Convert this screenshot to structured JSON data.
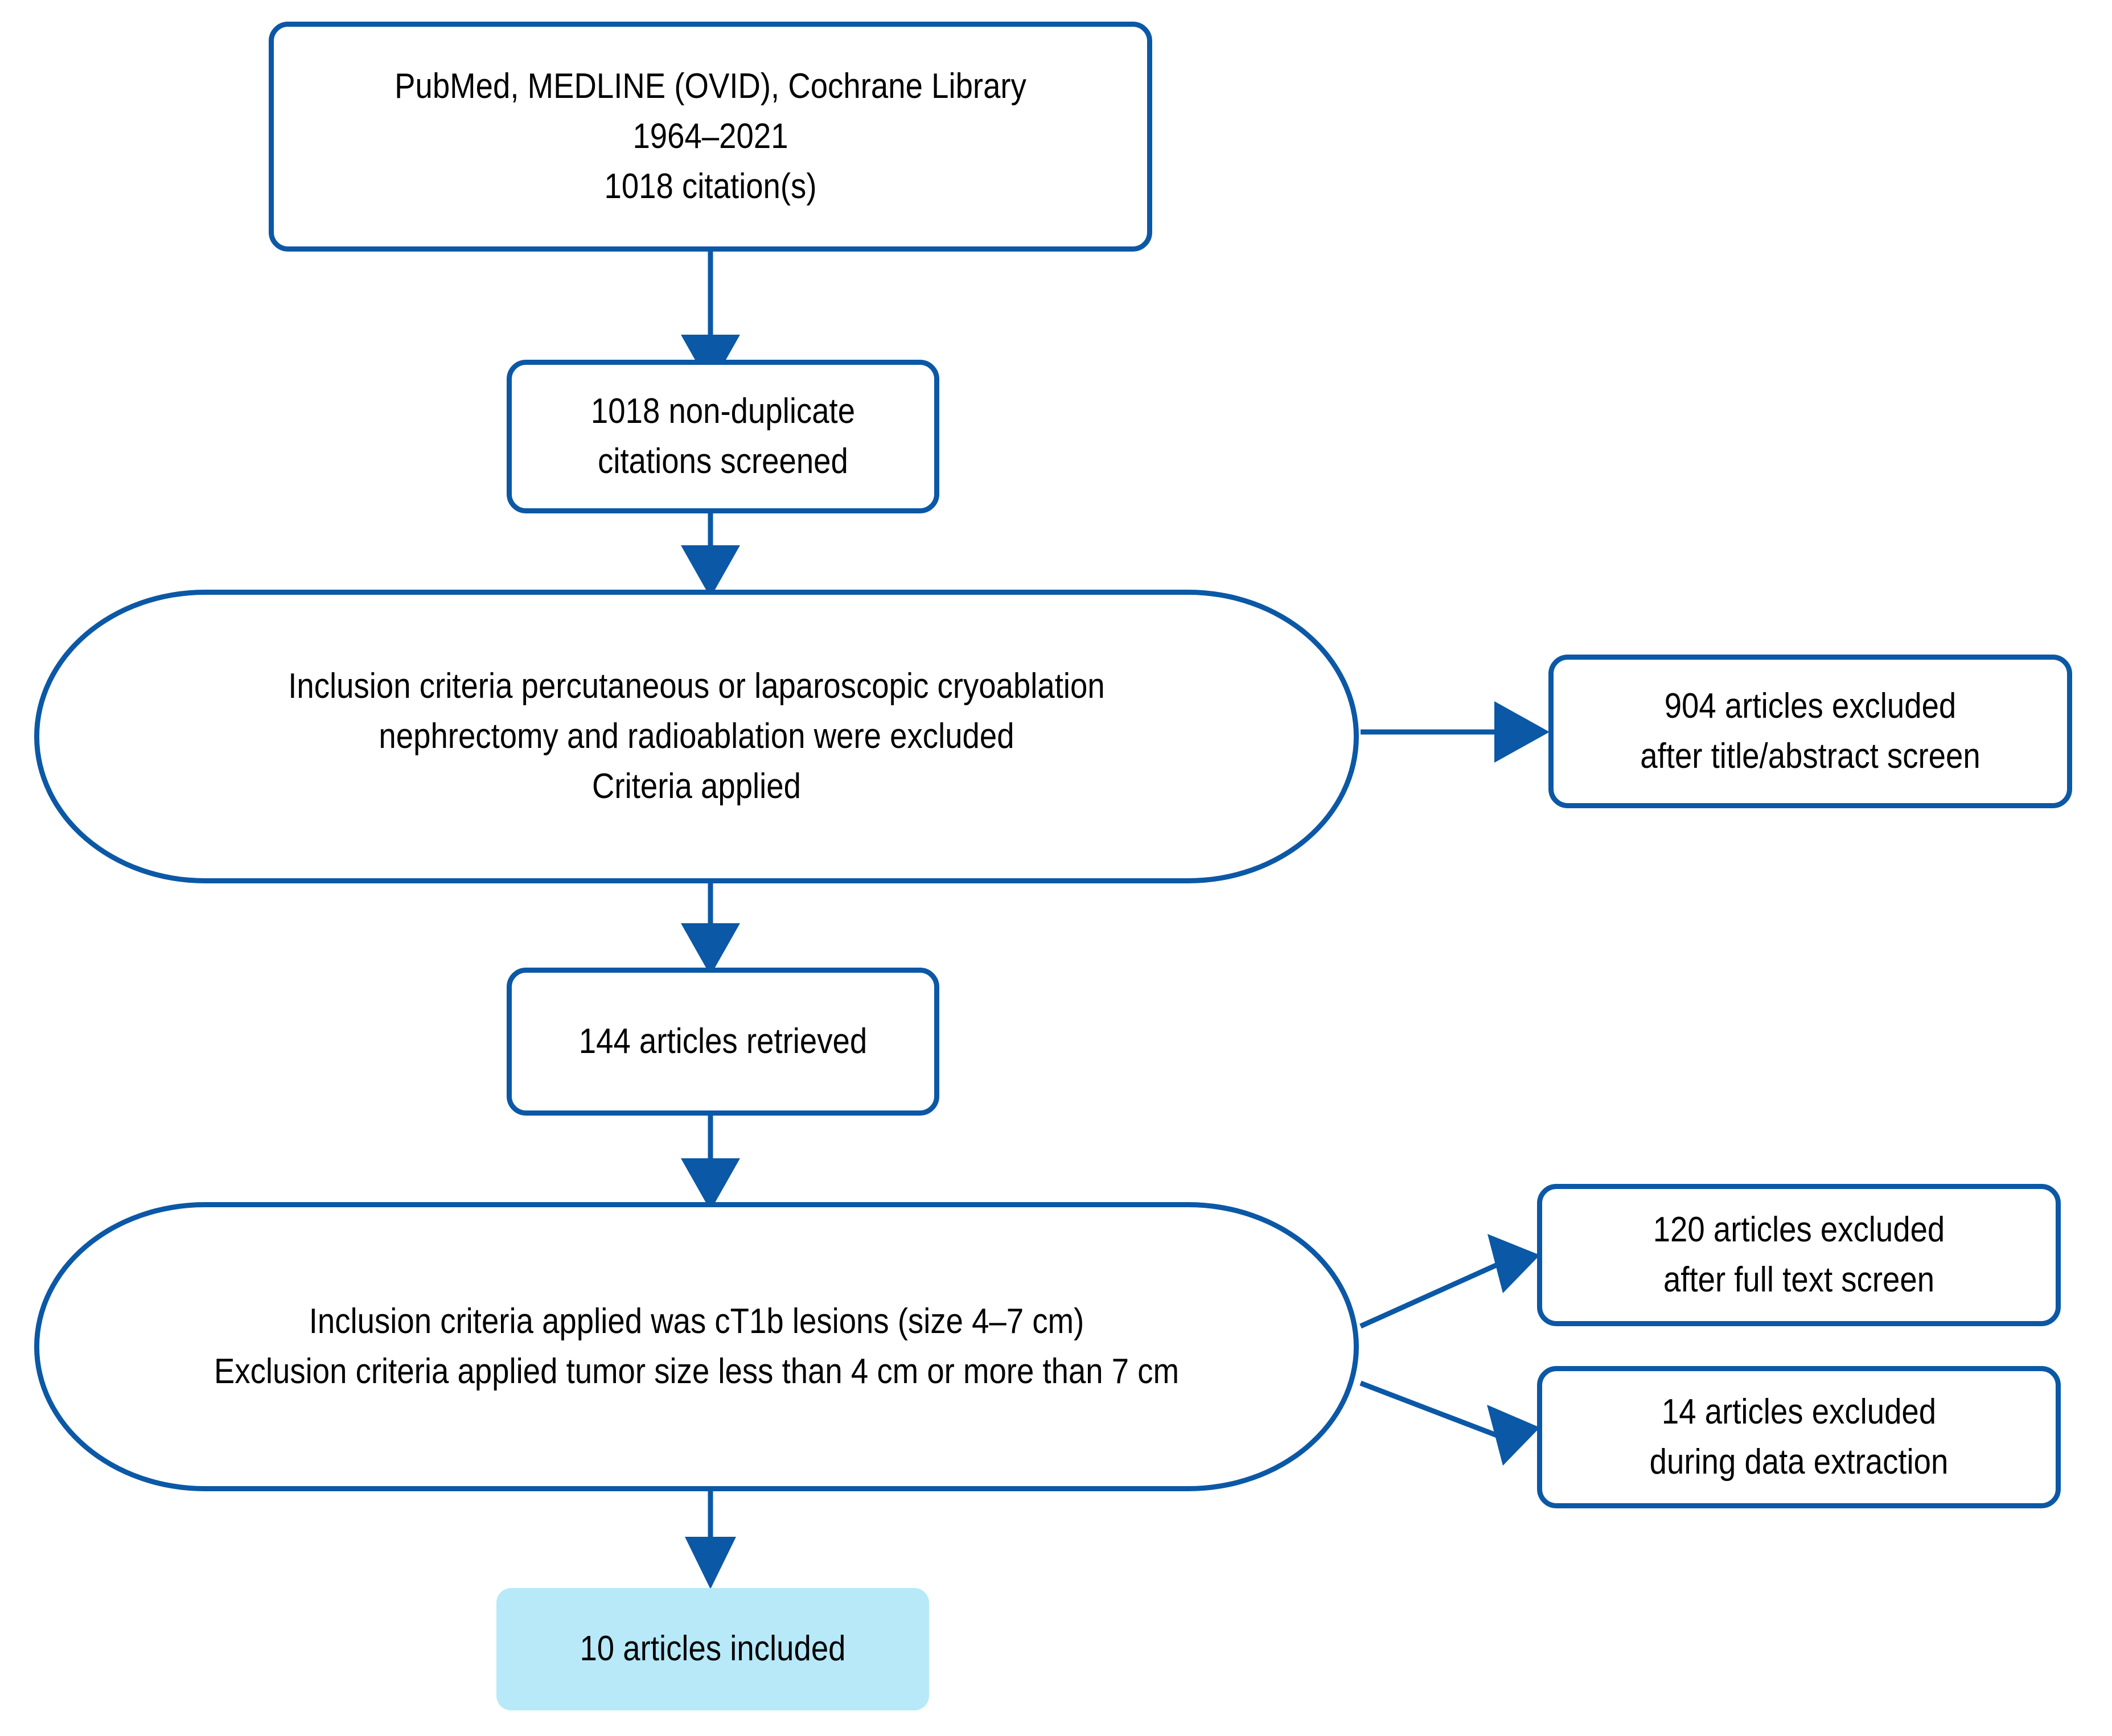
{
  "diagram": {
    "type": "prisma-flow-diagram",
    "accent_color": "#0B58A6",
    "highlight_fill": "#B7E9F8",
    "text_color": "#000000",
    "background": "#FFFFFF"
  },
  "nodes": {
    "sources": {
      "id": "sources",
      "shape": "rounded-rectangle",
      "text": "PubMed, MEDLINE (OVID), Cochrane Library\n1964–2021\n1018 citation(s)"
    },
    "non_duplicate": {
      "id": "non-duplicate-citations",
      "shape": "rounded-rectangle",
      "text": "1018 non-duplicate\ncitations screened"
    },
    "inclusion_criteria_1": {
      "id": "inclusion-criteria-1",
      "shape": "pill",
      "text": "Inclusion criteria percutaneous or laparoscopic cryoablation\nnephrectomy and radioablation were excluded\nCriteria applied"
    },
    "excluded_904": {
      "id": "excluded-after-title-abstract",
      "shape": "rounded-rectangle",
      "text": "904 articles excluded\nafter title/abstract screen"
    },
    "retrieved_144": {
      "id": "articles-retrieved",
      "shape": "rounded-rectangle",
      "text": "144 articles retrieved"
    },
    "inclusion_criteria_2": {
      "id": "inclusion-criteria-2",
      "shape": "pill",
      "text": "Inclusion criteria applied was cT1b lesions (size 4–7 cm)\nExclusion criteria applied tumor size less than 4 cm or more than 7 cm"
    },
    "excluded_120": {
      "id": "excluded-after-full-text",
      "shape": "rounded-rectangle",
      "text": "120 articles excluded\nafter full text screen"
    },
    "excluded_14": {
      "id": "excluded-during-data-extraction",
      "shape": "rounded-rectangle",
      "text": "14 articles excluded\nduring data extraction"
    },
    "included_10": {
      "id": "articles-included",
      "shape": "filled-rounded-rectangle",
      "text": "10 articles included"
    }
  },
  "edges": [
    {
      "from": "sources",
      "to": "non_duplicate",
      "direction": "down"
    },
    {
      "from": "non_duplicate",
      "to": "inclusion_criteria_1",
      "direction": "down"
    },
    {
      "from": "inclusion_criteria_1",
      "to": "excluded_904",
      "direction": "right"
    },
    {
      "from": "inclusion_criteria_1",
      "to": "retrieved_144",
      "direction": "down"
    },
    {
      "from": "retrieved_144",
      "to": "inclusion_criteria_2",
      "direction": "down"
    },
    {
      "from": "inclusion_criteria_2",
      "to": "excluded_120",
      "direction": "right-up"
    },
    {
      "from": "inclusion_criteria_2",
      "to": "excluded_14",
      "direction": "right-down"
    },
    {
      "from": "inclusion_criteria_2",
      "to": "included_10",
      "direction": "down"
    }
  ],
  "counts": {
    "citations_found": 1018,
    "citations_screened": 1018,
    "excluded_title_abstract": 904,
    "articles_retrieved": 144,
    "excluded_full_text": 120,
    "excluded_data_extraction": 14,
    "articles_included": 10,
    "year_range": "1964–2021"
  }
}
